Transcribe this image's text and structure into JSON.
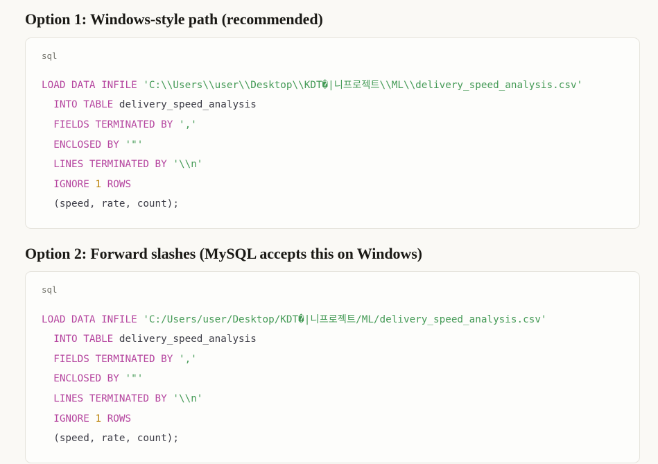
{
  "page": {
    "background_color": "#faf9f5",
    "sections": [
      {
        "heading": "Option 1: Windows-style path (recommended)",
        "code_block": {
          "language_label": "sql",
          "lines": [
            [
              {
                "t": "LOAD DATA INFILE ",
                "c": "kw"
              },
              {
                "t": "'C:\\\\Users\\\\user\\\\Desktop\\\\KDT�|니프로젝트\\\\ML\\\\delivery_speed_analysis.csv'",
                "c": "str"
              }
            ],
            [
              {
                "t": "  ",
                "c": "txt"
              },
              {
                "t": "INTO TABLE ",
                "c": "kw"
              },
              {
                "t": "delivery_speed_analysis",
                "c": "txt"
              }
            ],
            [
              {
                "t": "  ",
                "c": "txt"
              },
              {
                "t": "FIELDS TERMINATED BY ",
                "c": "kw"
              },
              {
                "t": "','",
                "c": "str"
              }
            ],
            [
              {
                "t": "  ",
                "c": "txt"
              },
              {
                "t": "ENCLOSED BY ",
                "c": "kw"
              },
              {
                "t": "'\"'",
                "c": "str"
              }
            ],
            [
              {
                "t": "  ",
                "c": "txt"
              },
              {
                "t": "LINES TERMINATED BY ",
                "c": "kw"
              },
              {
                "t": "'\\\\n'",
                "c": "str"
              }
            ],
            [
              {
                "t": "  ",
                "c": "txt"
              },
              {
                "t": "IGNORE ",
                "c": "kw"
              },
              {
                "t": "1",
                "c": "num"
              },
              {
                "t": " ROWS",
                "c": "kw"
              }
            ],
            [
              {
                "t": "  (speed, rate, count);",
                "c": "txt"
              }
            ]
          ]
        }
      },
      {
        "heading": "Option 2: Forward slashes (MySQL accepts this on Windows)",
        "code_block": {
          "language_label": "sql",
          "lines": [
            [
              {
                "t": "LOAD DATA INFILE ",
                "c": "kw"
              },
              {
                "t": "'C:/Users/user/Desktop/KDT�|니프로젝트/ML/delivery_speed_analysis.csv'",
                "c": "str"
              }
            ],
            [
              {
                "t": "  ",
                "c": "txt"
              },
              {
                "t": "INTO TABLE ",
                "c": "kw"
              },
              {
                "t": "delivery_speed_analysis",
                "c": "txt"
              }
            ],
            [
              {
                "t": "  ",
                "c": "txt"
              },
              {
                "t": "FIELDS TERMINATED BY ",
                "c": "kw"
              },
              {
                "t": "','",
                "c": "str"
              }
            ],
            [
              {
                "t": "  ",
                "c": "txt"
              },
              {
                "t": "ENCLOSED BY ",
                "c": "kw"
              },
              {
                "t": "'\"'",
                "c": "str"
              }
            ],
            [
              {
                "t": "  ",
                "c": "txt"
              },
              {
                "t": "LINES TERMINATED BY ",
                "c": "kw"
              },
              {
                "t": "'\\\\n'",
                "c": "str"
              }
            ],
            [
              {
                "t": "  ",
                "c": "txt"
              },
              {
                "t": "IGNORE ",
                "c": "kw"
              },
              {
                "t": "1",
                "c": "num"
              },
              {
                "t": " ROWS",
                "c": "kw"
              }
            ],
            [
              {
                "t": "  (speed, rate, count);",
                "c": "txt"
              }
            ]
          ]
        }
      }
    ]
  },
  "syntax_colors": {
    "keyword": "#b5459f",
    "string": "#449a56",
    "number": "#bb8309",
    "plain": "#3b3b45",
    "language_label": "#73736b"
  }
}
